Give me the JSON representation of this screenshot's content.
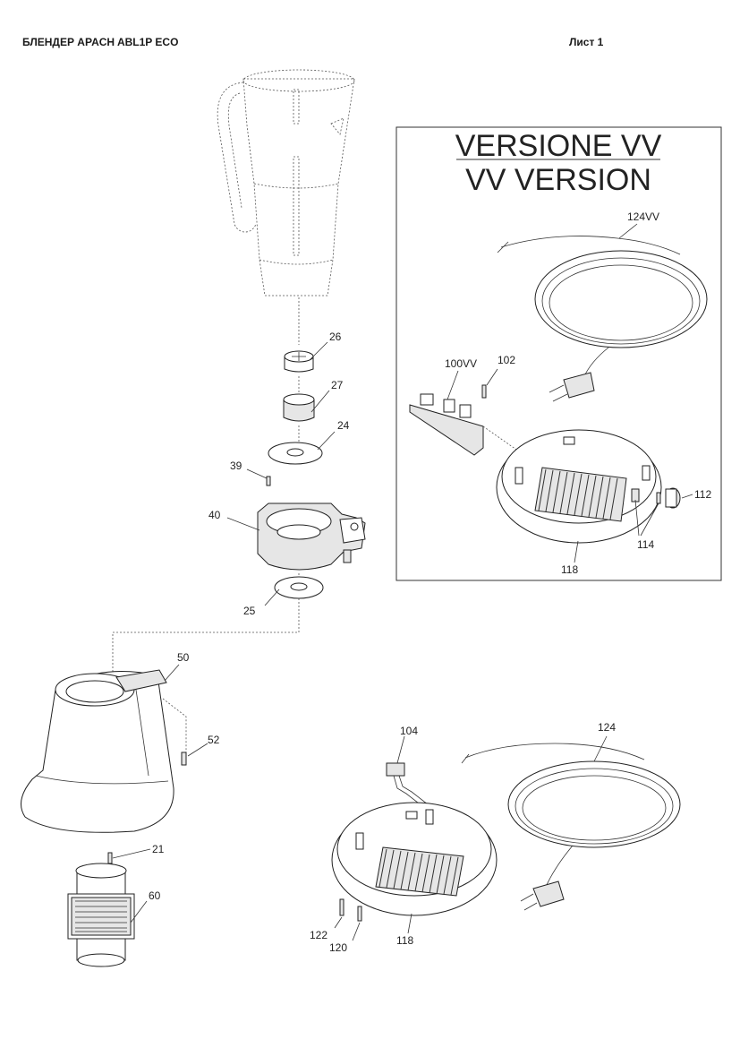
{
  "header": {
    "title": "БЛЕНДЕР APACH ABL1P ECO",
    "sheet": "Лист 1"
  },
  "vv_box": {
    "title_line1": "VERSIONE VV",
    "title_line2": "VV VERSION"
  },
  "callouts": {
    "c26": "26",
    "c27": "27",
    "c24": "24",
    "c39": "39",
    "c40": "40",
    "c25": "25",
    "c50": "50",
    "c52": "52",
    "c21": "21",
    "c60": "60",
    "c104": "104",
    "c124": "124",
    "c122": "122",
    "c120": "120",
    "c118": "118",
    "c124vv": "124VV",
    "c100vv": "100VV",
    "c102": "102",
    "c112": "112",
    "c114": "114",
    "c118vv": "118"
  }
}
